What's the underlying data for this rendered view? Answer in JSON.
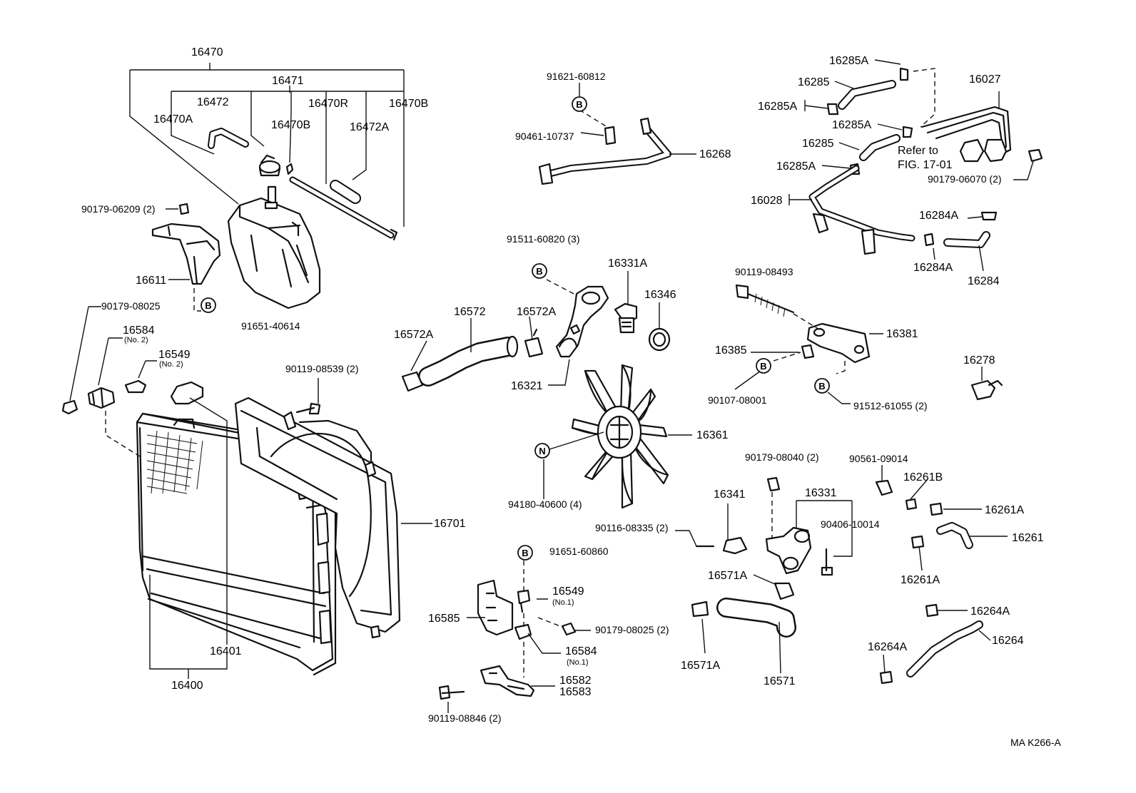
{
  "diagram_code": "MA  K266-A",
  "refer_note": [
    "Refer to",
    "FIG. 17-01"
  ],
  "symbols": {
    "b": "B",
    "n": "N"
  },
  "labels": {
    "p16470": "16470",
    "p16471": "16471",
    "p16472": "16472",
    "p16470R": "16470R",
    "p16470B_a": "16470B",
    "p16470A": "16470A",
    "p16470B_b": "16470B",
    "p16472A": "16472A",
    "p90179_06209": "90179-06209 (2)",
    "p16611": "16611",
    "p91651_40614": "91651-40614",
    "p90179_08025_a": "90179-08025",
    "p16584_a": "16584",
    "p16584_a_sub": "(No. 2)",
    "p16549_a": "16549",
    "p16549_a_sub": "(No. 2)",
    "p90119_08539": "90119-08539 (2)",
    "p16701": "16701",
    "p16401": "16401",
    "p16400": "16400",
    "p91621_60812": "91621-60812",
    "p90461_10737": "90461-10737",
    "p16268": "16268",
    "p91511_60820": "91511-60820 (3)",
    "p16331A": "16331A",
    "p16346": "16346",
    "p16572": "16572",
    "p16572A_a": "16572A",
    "p16572A_b": "16572A",
    "p16321": "16321",
    "p16361": "16361",
    "p94180_40600": "94180-40600 (4)",
    "p16285A_1": "16285A",
    "p16285_1": "16285",
    "p16285A_2": "16285A",
    "p16285A_3": "16285A",
    "p16285_2": "16285",
    "p16285A_4": "16285A",
    "p16027": "16027",
    "p90179_06070": "90179-06070 (2)",
    "p16028": "16028",
    "p16284A_a": "16284A",
    "p16284A_b": "16284A",
    "p16284": "16284",
    "p90119_08493": "90119-08493",
    "p16381": "16381",
    "p16385": "16385",
    "p90107_08001": "90107-08001",
    "p91512_61055": "91512-61055 (2)",
    "p16278": "16278",
    "p90179_08040": "90179-08040 (2)",
    "p90561_09014": "90561-09014",
    "p16331": "16331",
    "p16341": "16341",
    "p90116_08335": "90116-08335 (2)",
    "p90406_10014": "90406-10014",
    "p16261B": "16261B",
    "p16261A_a": "16261A",
    "p16261": "16261",
    "p16261A_b": "16261A",
    "p16571A_a": "16571A",
    "p16571A_b": "16571A",
    "p16571": "16571",
    "p16264A_a": "16264A",
    "p16264": "16264",
    "p16264A_b": "16264A",
    "p91651_60860": "91651-60860",
    "p16549_b": "16549",
    "p16549_b_sub": "(No.1)",
    "p16585": "16585",
    "p90179_08025_b": "90179-08025 (2)",
    "p16584_b": "16584",
    "p16584_b_sub": "(No.1)",
    "p16582": "16582",
    "p16583": "16583",
    "p90119_08846": "90119-08846 (2)"
  }
}
